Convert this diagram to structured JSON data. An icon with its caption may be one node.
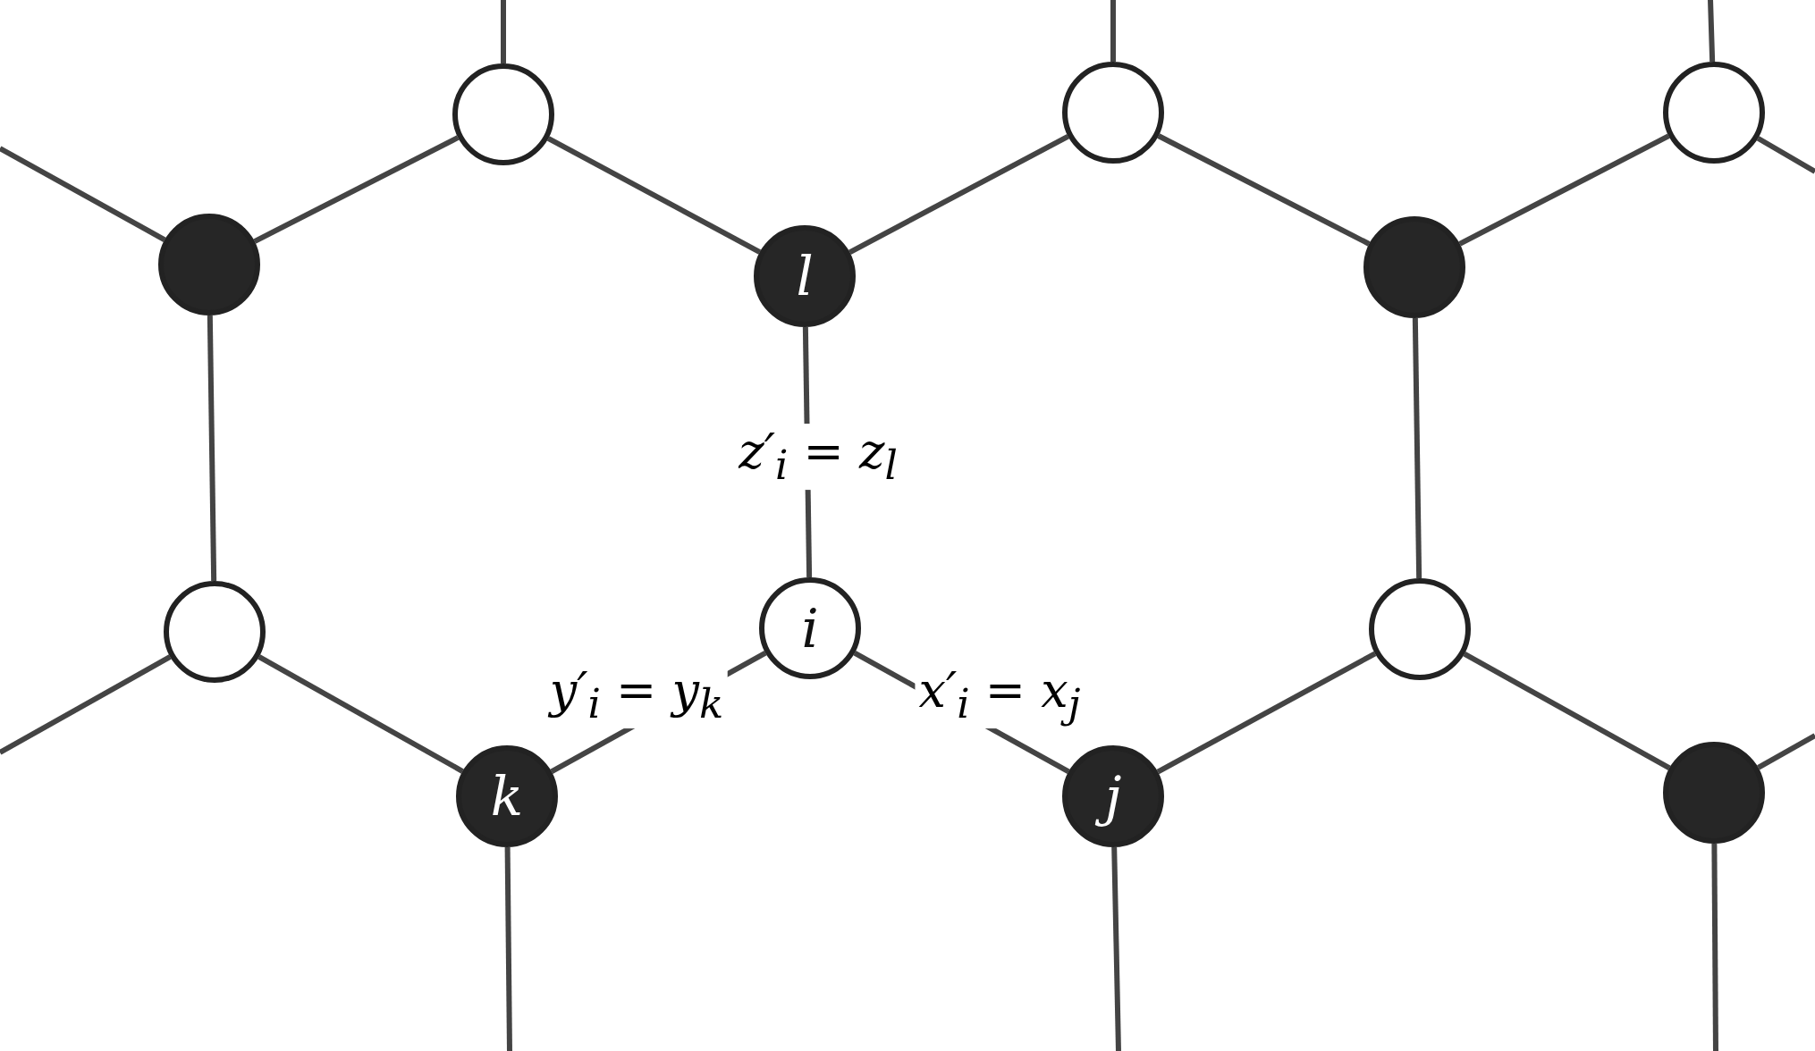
{
  "diagram": {
    "nodes": [
      {
        "text": [],
        "shape": "circle"
      },
      {
        "text": [],
        "shape": "circle"
      },
      {
        "text": [],
        "shape": "circle"
      },
      {
        "text": [],
        "shape": "circle"
      },
      {
        "text": [
          "l"
        ]
      },
      {
        "text": [],
        "shape": "circle"
      },
      {
        "text": [],
        "shape": "circle"
      },
      {
        "text": [
          "i"
        ]
      },
      {
        "text": [],
        "shape": "circle"
      },
      {
        "text": [
          "k"
        ]
      },
      {
        "text": [
          "j"
        ]
      },
      {
        "text": [],
        "shape": "circle"
      }
    ],
    "edges": [
      {
        "from": null,
        "to": 3,
        "arrow": "none"
      },
      {
        "from": 3,
        "to": 0,
        "arrow": "none"
      },
      {
        "from": 0,
        "to": 4,
        "arrow": "none"
      },
      {
        "from": 4,
        "to": 1,
        "arrow": "none"
      },
      {
        "from": 1,
        "to": 5,
        "arrow": "none"
      },
      {
        "from": 5,
        "to": 2,
        "arrow": "none"
      },
      {
        "from": 2,
        "to": null,
        "arrow": "none"
      },
      {
        "from": 0,
        "to": null,
        "arrow": "none"
      },
      {
        "from": 1,
        "to": null,
        "arrow": "none"
      },
      {
        "from": 2,
        "to": null,
        "arrow": "none"
      },
      {
        "from": 3,
        "to": 6,
        "arrow": "none"
      },
      {
        "from": 4,
        "to": 7,
        "arrow": "none",
        "label": "z′$_{i}$ = z$_{l}$"
      },
      {
        "from": 5,
        "to": 8,
        "arrow": "none"
      },
      {
        "from": 6,
        "to": null,
        "arrow": "none"
      },
      {
        "from": 6,
        "to": 9,
        "arrow": "none"
      },
      {
        "from": 9,
        "to": 7,
        "arrow": "none",
        "label": "y′$_{i}$ = y$_{k}$"
      },
      {
        "from": 7,
        "to": 10,
        "arrow": "none",
        "label": "x′$_{i}$ = x$_{j}$"
      },
      {
        "from": 10,
        "to": 8,
        "arrow": "none"
      },
      {
        "from": 8,
        "to": 11,
        "arrow": "none"
      },
      {
        "from": 11,
        "to": null,
        "arrow": "none"
      },
      {
        "from": 9,
        "to": null,
        "arrow": "none"
      },
      {
        "from": 10,
        "to": null,
        "arrow": "none"
      },
      {
        "from": 11,
        "to": null,
        "arrow": "none"
      }
    ]
  }
}
